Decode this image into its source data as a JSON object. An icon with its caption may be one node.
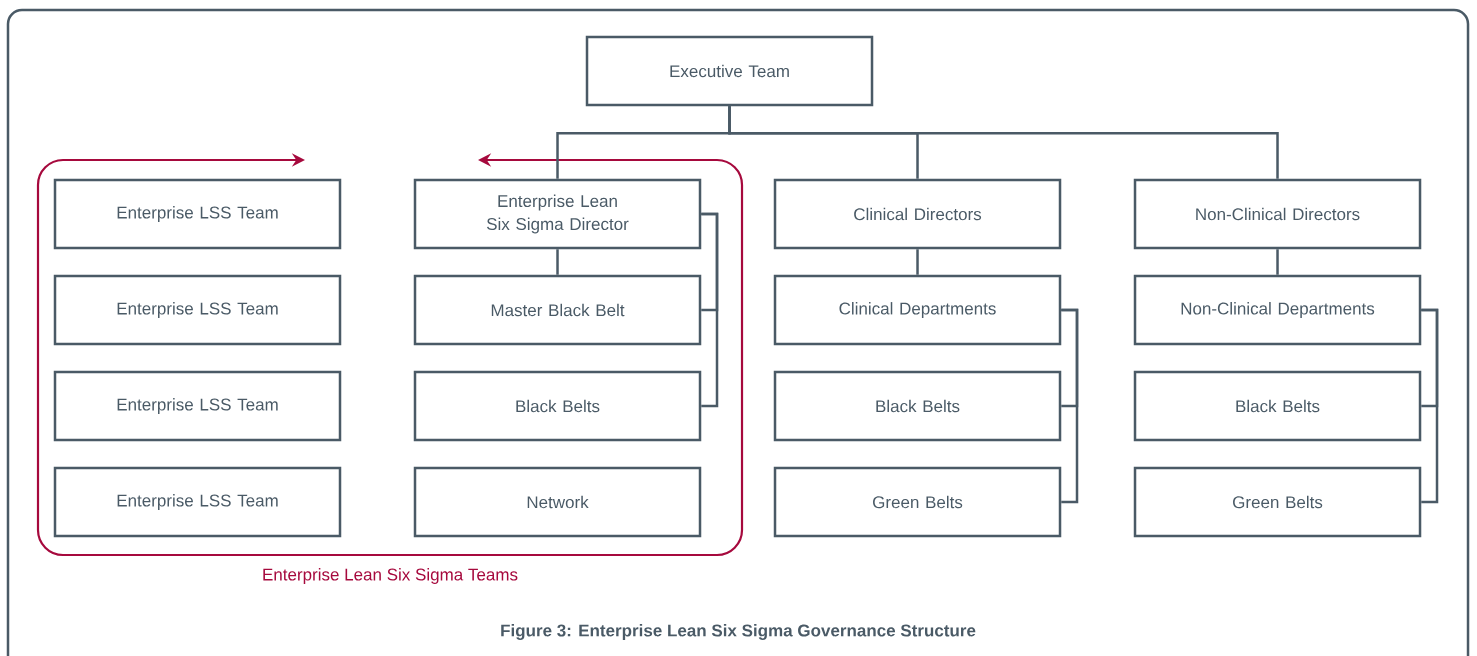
{
  "diagram": {
    "caption": "Figure 3: Enterprise Lean Six Sigma Governance Structure",
    "nodes": [
      {
        "text": [
          "Executive Team"
        ]
      },
      {
        "text": [
          "Enterprise Lean Six Sigma Teams"
        ]
      },
      {
        "text": [
          "Enterprise LSS Team"
        ],
        "in": 1
      },
      {
        "text": [
          "Enterprise LSS Team"
        ],
        "in": 1
      },
      {
        "text": [
          "Enterprise LSS Team"
        ],
        "in": 1
      },
      {
        "text": [
          "Enterprise LSS Team"
        ],
        "in": 1
      },
      {
        "text": [
          "Enterprise Lean Six Sigma Director"
        ],
        "in": 1
      },
      {
        "text": [
          "Master Black Belt"
        ],
        "in": 1
      },
      {
        "text": [
          "Black Belts"
        ],
        "in": 1
      },
      {
        "text": [
          "Network"
        ],
        "in": 1
      },
      {
        "text": [
          "Clinical Directors"
        ]
      },
      {
        "text": [
          "Clinical Departments"
        ]
      },
      {
        "text": [
          "Black Belts"
        ]
      },
      {
        "text": [
          "Green Belts"
        ]
      },
      {
        "text": [
          "Non-Clinical Directors"
        ]
      },
      {
        "text": [
          "Non-Clinical Departments"
        ]
      },
      {
        "text": [
          "Black Belts"
        ]
      },
      {
        "text": [
          "Green Belts"
        ]
      }
    ],
    "edges": [
      {
        "from": 0,
        "to": 6,
        "arrow": "none"
      },
      {
        "from": 0,
        "to": 10,
        "arrow": "none"
      },
      {
        "from": 0,
        "to": 14,
        "arrow": "none"
      },
      {
        "from": 6,
        "to": 7,
        "arrow": "none"
      },
      {
        "from": 10,
        "to": 11,
        "arrow": "none"
      },
      {
        "from": 14,
        "to": 15,
        "arrow": "none"
      },
      {
        "from": 6,
        "to": 7,
        "arrow": "none"
      },
      {
        "from": 6,
        "to": 8,
        "arrow": "none"
      },
      {
        "from": 11,
        "to": 12,
        "arrow": "none"
      },
      {
        "from": 11,
        "to": 13,
        "arrow": "none"
      },
      {
        "from": 15,
        "to": 16,
        "arrow": "none"
      },
      {
        "from": 15,
        "to": 17,
        "arrow": "none"
      }
    ]
  }
}
